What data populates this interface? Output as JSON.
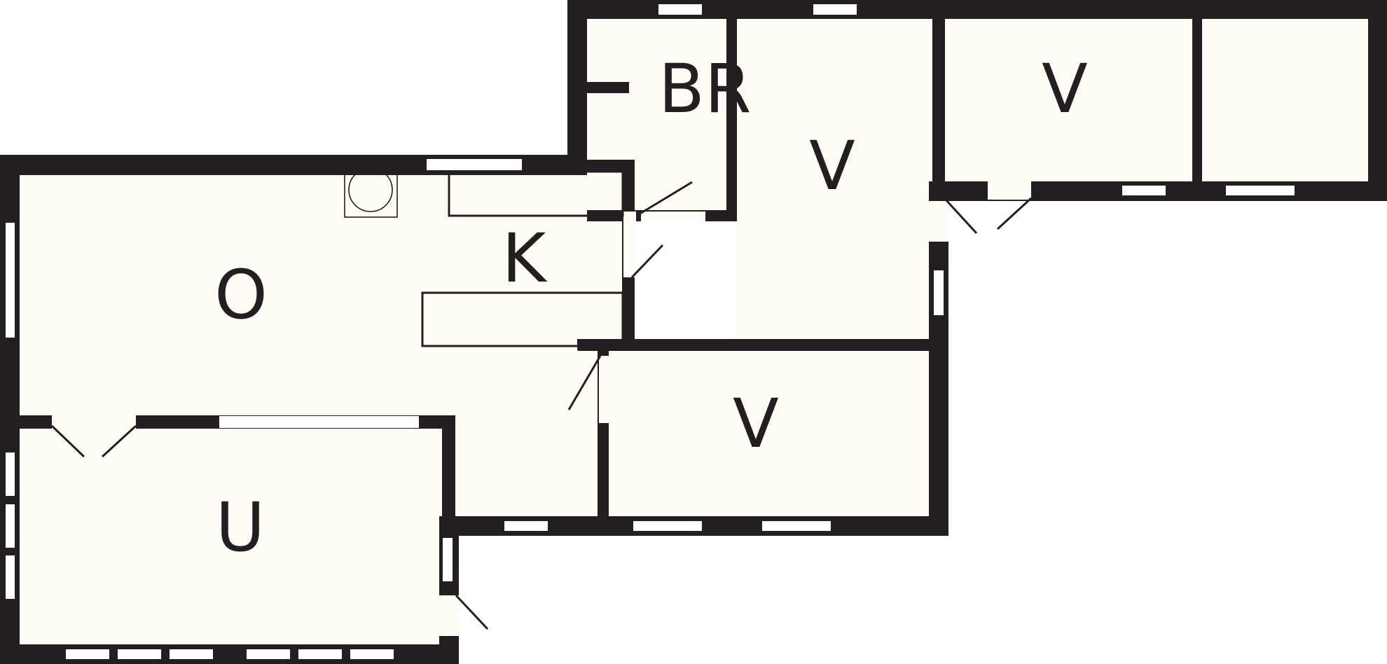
{
  "floorplan": {
    "rooms": [
      {
        "id": "o",
        "label": "O"
      },
      {
        "id": "k",
        "label": "K"
      },
      {
        "id": "br",
        "label": "BR"
      },
      {
        "id": "v1",
        "label": "V"
      },
      {
        "id": "v2",
        "label": "V"
      },
      {
        "id": "v3",
        "label": "V"
      },
      {
        "id": "u",
        "label": "U"
      }
    ],
    "colors": {
      "wall": "#231f20",
      "floor": "#fdfdf6",
      "background": "#ffffff"
    }
  }
}
